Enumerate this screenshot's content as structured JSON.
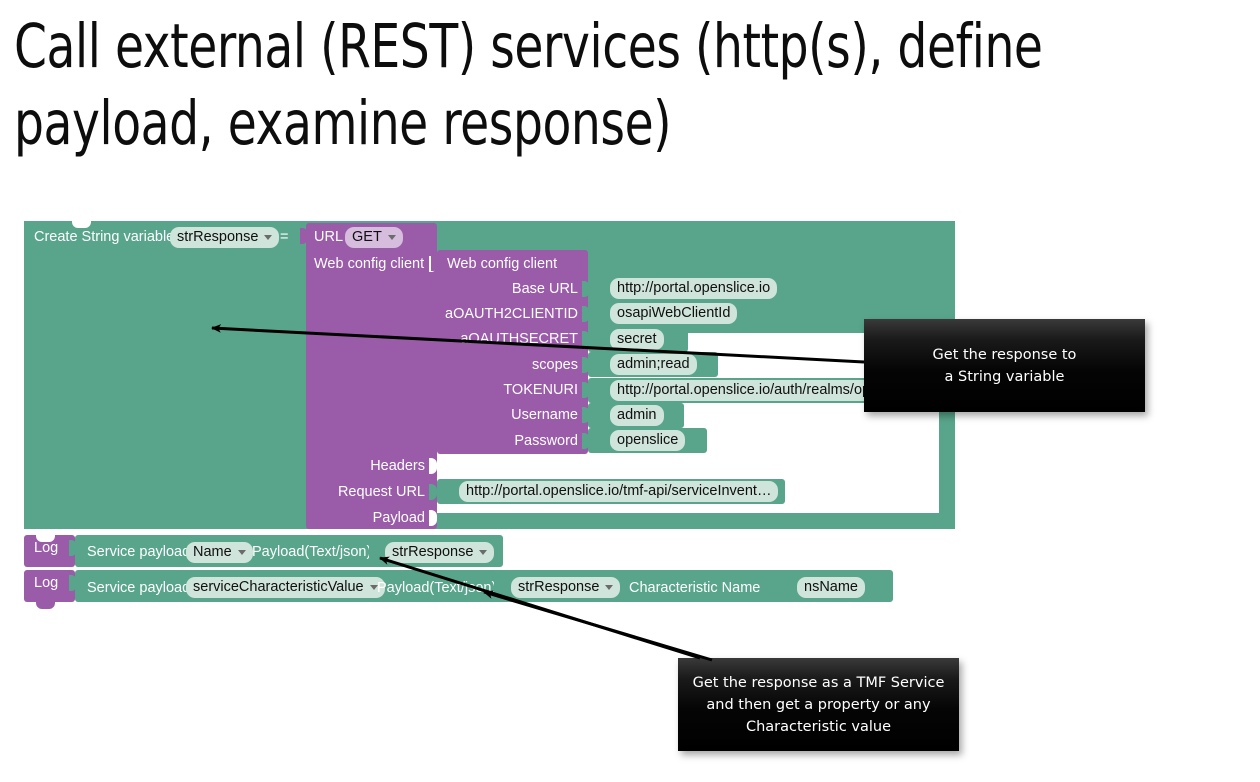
{
  "slide": {
    "title": "Call external (REST) services (http(s), define payload, examine response)"
  },
  "workspace": {
    "variable_block": {
      "label": "Create String variable",
      "variable_name": "strResponse",
      "equals": "="
    },
    "url_block": {
      "label": "URL",
      "method": "GET",
      "web_config_client_label": "Web config client",
      "headers_label": "Headers",
      "request_url_label": "Request URL",
      "request_url_value": "http://portal.openslice.io/tmf-api/serviceInvent…",
      "payload_label": "Payload"
    },
    "web_config_block": {
      "title": "Web config client",
      "rows": [
        {
          "label": "Base URL",
          "value": "http://portal.openslice.io"
        },
        {
          "label": "aOAUTH2CLIENTID",
          "value": "osapiWebClientId"
        },
        {
          "label": "aOAUTHSECRET",
          "value": "secret"
        },
        {
          "label": "scopes",
          "value": "admin;read"
        },
        {
          "label": "TOKENURI",
          "value": "http://portal.openslice.io/auth/realms/ope"
        },
        {
          "label": "Username",
          "value": "admin"
        },
        {
          "label": "Password",
          "value": "openslice"
        }
      ]
    },
    "log_blocks": [
      {
        "hat": "Log",
        "service_payload_label": "Service payload",
        "property": "Name",
        "payload_label": "Payload(Text/json)",
        "payload_value": "strResponse",
        "characteristic_label": "",
        "characteristic_value": ""
      },
      {
        "hat": "Log",
        "service_payload_label": "Service payload",
        "property": "serviceCharacteristicValue",
        "payload_label": "Payload(Text/json)",
        "payload_value": "strResponse",
        "characteristic_label": "Characteristic Name",
        "characteristic_value": "nsName"
      }
    ]
  },
  "callouts": [
    {
      "text": "Get the response to\na String variable"
    },
    {
      "text": "Get the response as a TMF Service\nand then get a property or any\nCharacteristic value"
    }
  ],
  "colors": {
    "teal": "#58a58b",
    "purple": "#9a5ba8",
    "chip_teal": "#cfe4da",
    "chip_purple": "#d6bcdd",
    "callout_bg": "#000000",
    "title_text": "#0d0d0d"
  }
}
